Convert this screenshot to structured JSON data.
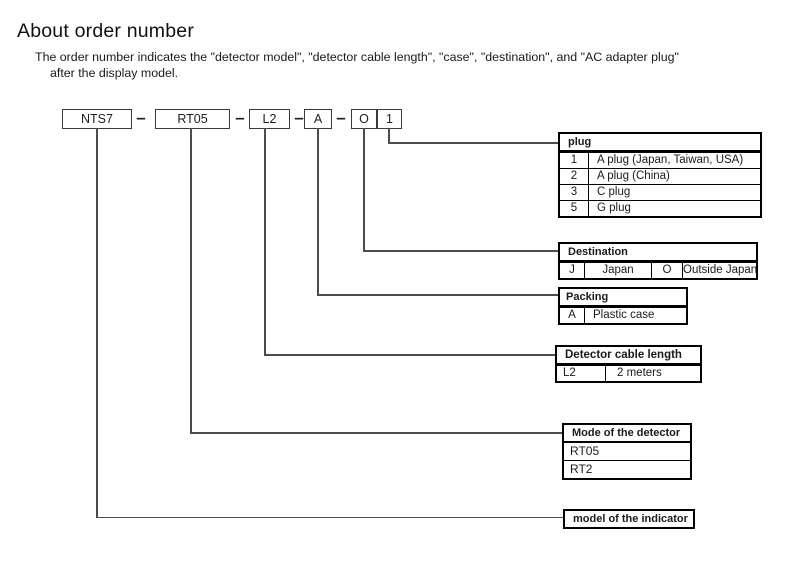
{
  "page": {
    "title": "About order number",
    "description_line1": "The order number indicates the \"detector model\", \"detector cable length\", \"case\", \"destination\", and \"AC adapter plug\"",
    "description_line2": "after the display model."
  },
  "order_code": {
    "separator": "–",
    "segments": [
      "NTS7",
      "RT05",
      "L2",
      "A",
      "O",
      "1"
    ]
  },
  "tables": {
    "plug": {
      "title": "plug",
      "rows": [
        {
          "code": "1",
          "label": "A plug (Japan, Taiwan, USA)"
        },
        {
          "code": "2",
          "label": "A plug (China)"
        },
        {
          "code": "3",
          "label": "C plug"
        },
        {
          "code": "5",
          "label": "G plug"
        }
      ]
    },
    "destination": {
      "title": "Destination",
      "row": {
        "code1": "J",
        "label1": "Japan",
        "code2": "O",
        "label2": "Outside Japan"
      }
    },
    "packing": {
      "title": "Packing",
      "row": {
        "code": "A",
        "label": "Plastic case"
      }
    },
    "cable_length": {
      "title": "Detector cable length",
      "row": {
        "code": "L2",
        "label": "2 meters"
      }
    },
    "detector_model": {
      "title": "Mode of the detector",
      "rows": [
        "RT05",
        "RT2"
      ]
    },
    "indicator_model": {
      "title": "model of the indicator"
    }
  }
}
